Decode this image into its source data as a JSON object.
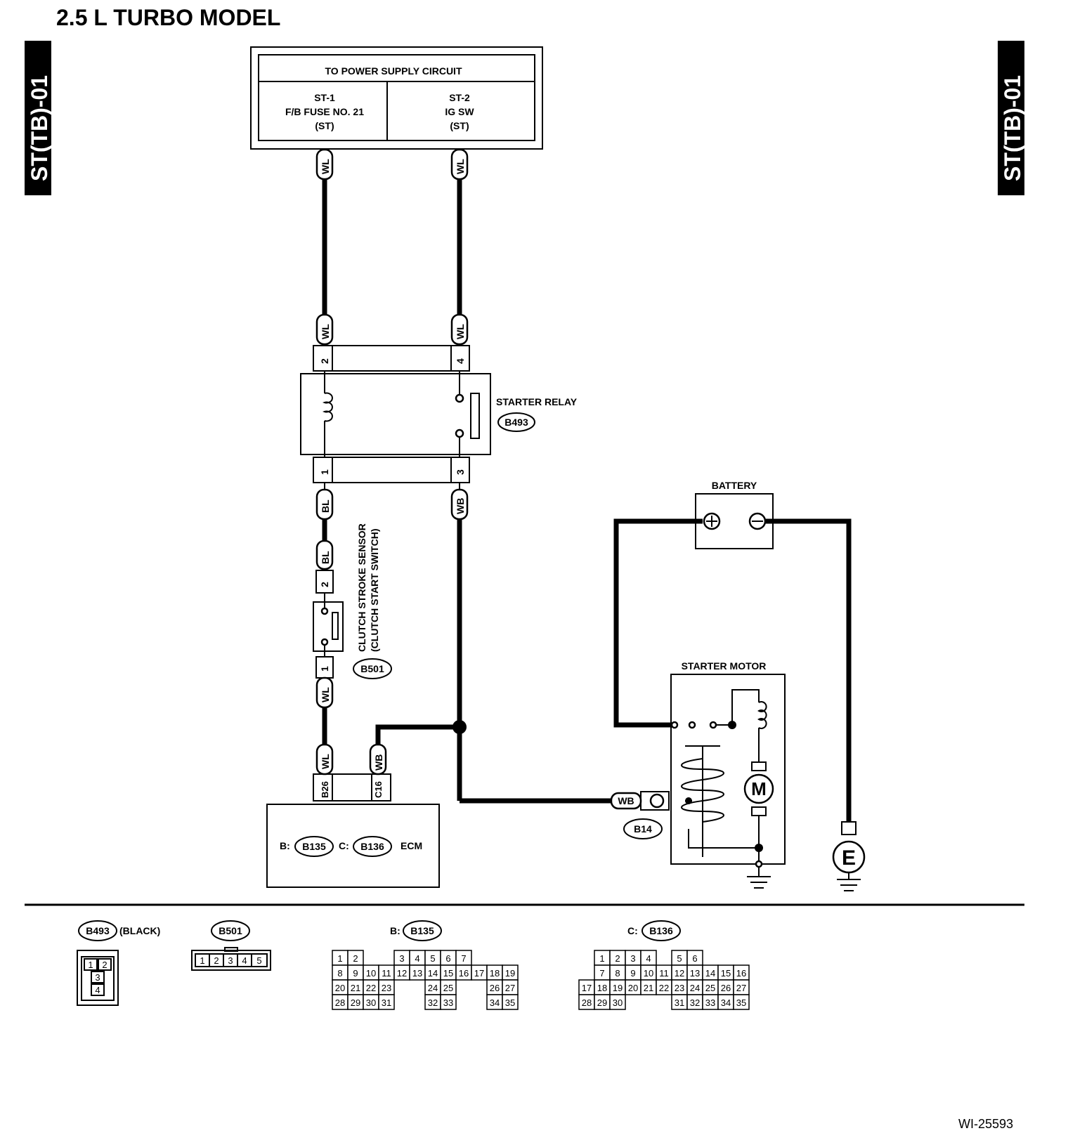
{
  "title": "2.5 L TURBO MODEL",
  "side_tab": "ST(TB)-01",
  "figure_id": "WI-25593",
  "power_supply": {
    "header": "TO POWER SUPPLY CIRCUIT",
    "st1": {
      "line1": "ST-1",
      "line2": "F/B FUSE NO. 21",
      "line3": "(ST)"
    },
    "st2": {
      "line1": "ST-2",
      "line2": "IG SW",
      "line3": "(ST)"
    }
  },
  "starter_relay": {
    "label": "STARTER RELAY",
    "connector": "B493",
    "pins": {
      "p1": "1",
      "p2": "2",
      "p3": "3",
      "p4": "4"
    }
  },
  "clutch_sensor": {
    "line1": "CLUTCH STROKE SENSOR",
    "line2": "(CLUTCH START SWITCH)",
    "connector": "B501",
    "pins": {
      "p1": "1",
      "p2": "2"
    }
  },
  "battery": {
    "label": "BATTERY"
  },
  "starter_motor": {
    "label": "STARTER MOTOR",
    "motor_symbol": "M",
    "connector": "B14"
  },
  "ground": {
    "symbol": "E"
  },
  "ecm": {
    "label": "ECM",
    "b_prefix": "B:",
    "b_conn": "B135",
    "c_prefix": "C:",
    "c_conn": "C136_label",
    "c_conn_text": "B136",
    "pin_b": "B26",
    "pin_c": "C16"
  },
  "wires": {
    "wl": "WL",
    "bl": "BL",
    "wb": "WB"
  },
  "legend": {
    "b493": {
      "code": "B493",
      "color": "(BLACK)",
      "pins": [
        "1",
        "2",
        "3",
        "4"
      ]
    },
    "b501": {
      "code": "B501",
      "pins": [
        "1",
        "2",
        "3",
        "4",
        "5"
      ]
    },
    "b135": {
      "prefix": "B:",
      "code": "B135",
      "rows": [
        [
          "1",
          "2",
          "",
          "",
          "3",
          "4",
          "5",
          "6",
          "7"
        ],
        [
          "8",
          "9",
          "10",
          "11",
          "12",
          "13",
          "14",
          "15",
          "16",
          "17",
          "18",
          "19"
        ],
        [
          "20",
          "21",
          "22",
          "23",
          "",
          "",
          "24",
          "25",
          "",
          "",
          "26",
          "27"
        ],
        [
          "28",
          "29",
          "30",
          "31",
          "",
          "",
          "32",
          "33",
          "",
          "",
          "34",
          "35"
        ]
      ]
    },
    "b136": {
      "prefix": "C:",
      "code": "B136",
      "rows": [
        [
          "",
          "1",
          "2",
          "3",
          "4",
          "",
          "5",
          "6"
        ],
        [
          "",
          "7",
          "8",
          "9",
          "10",
          "11",
          "12",
          "13",
          "14",
          "15",
          "16"
        ],
        [
          "17",
          "18",
          "19",
          "20",
          "21",
          "22",
          "23",
          "24",
          "25",
          "26",
          "27"
        ],
        [
          "28",
          "29",
          "30",
          "",
          "",
          "",
          "31",
          "32",
          "33",
          "34",
          "35"
        ]
      ]
    }
  }
}
